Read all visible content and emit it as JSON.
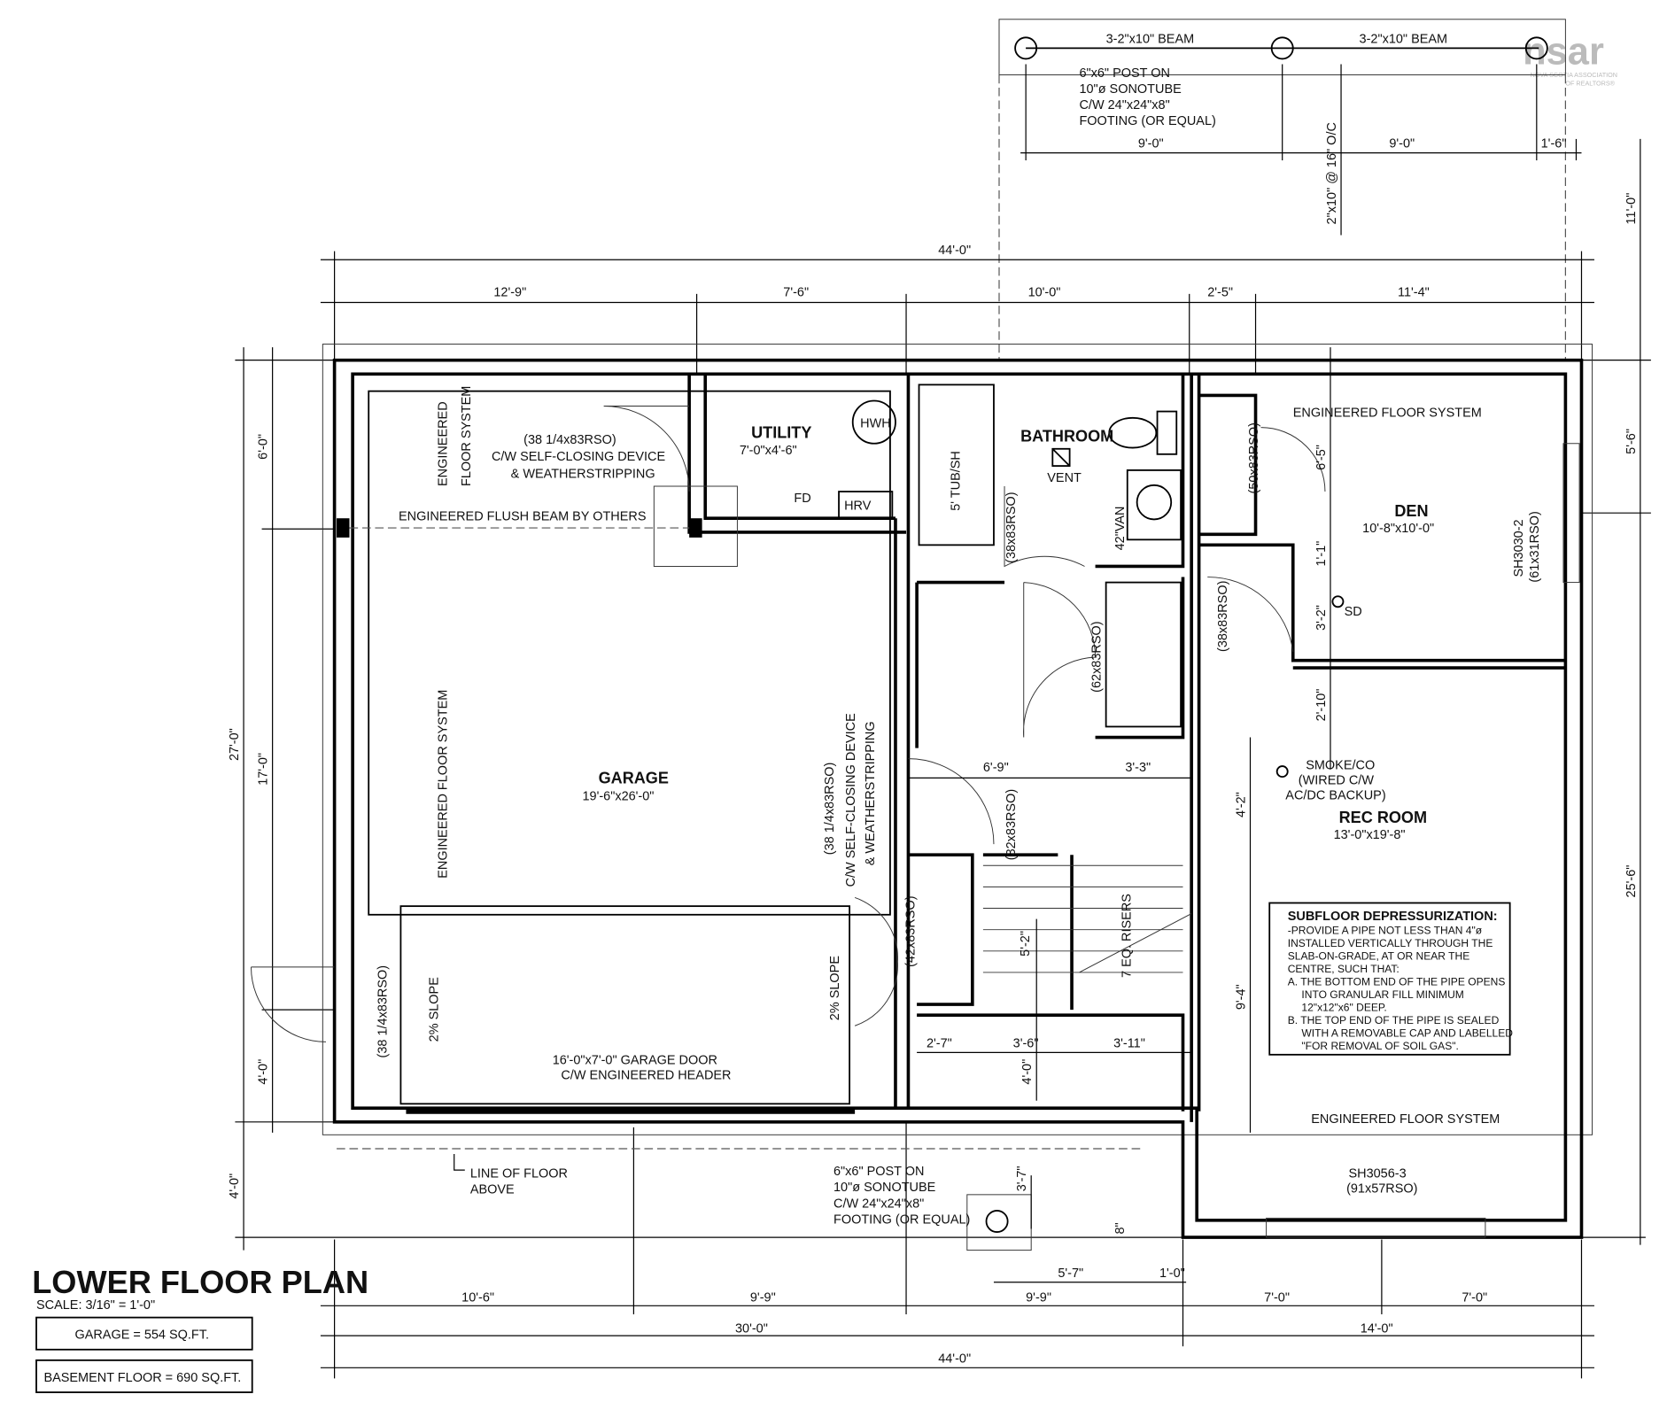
{
  "title": "LOWER FLOOR PLAN",
  "scale": "SCALE: 3/16\" = 1'-0\"",
  "areas": [
    "GARAGE = 554 SQ.FT.",
    "BASEMENT FLOOR = 690 SQ.FT."
  ],
  "logo": {
    "mark": "nsar",
    "line1": "NOVA SCOTIA ASSOCIATION",
    "line2": "OF REALTORS®"
  },
  "rooms": {
    "garage": {
      "name": "GARAGE",
      "size": "19'-6\"x26'-0\""
    },
    "utility": {
      "name": "UTILITY",
      "size": "7'-0\"x4'-6\""
    },
    "bathroom": {
      "name": "BATHROOM"
    },
    "den": {
      "name": "DEN",
      "size": "10'-8\"x10'-0\""
    },
    "rec_room": {
      "name": "REC ROOM",
      "size": "13'-0\"x19'-8\""
    }
  },
  "notes": {
    "beam1": "3-2\"x10\" BEAM",
    "beam2": "3-2\"x10\" BEAM",
    "post_top": [
      "6\"x6\" POST ON",
      "10\"ø SONOTUBE",
      "C/W 24\"x24\"x8\"",
      "FOOTING (OR EQUAL)"
    ],
    "post_bottom": [
      "6\"x6\" POST ON",
      "10\"ø SONOTUBE",
      "C/W 24\"x24\"x8\"",
      "FOOTING (OR EQUAL)"
    ],
    "joists": "2\"x10\" @ 16\" O/C",
    "utility_door": [
      "(38 1/4x83RSO)",
      "C/W SELF-CLOSING DEVICE",
      "& WEATHERSTRIPPING"
    ],
    "garage_door_side": [
      "(38 1/4x83RSO)",
      "C/W SELF-CLOSING DEVICE",
      "& WEATHERSTRIPPING"
    ],
    "flush_beam": "ENGINEERED FLUSH BEAM BY OTHERS",
    "floor_sys_vert1": [
      "ENGINEERED",
      "FLOOR SYSTEM"
    ],
    "floor_sys_garage": "ENGINEERED FLOOR SYSTEM",
    "floor_sys_den": "ENGINEERED FLOOR SYSTEM",
    "floor_sys_rec": "ENGINEERED FLOOR SYSTEM",
    "hwh": "HWH",
    "hrv": "HRV",
    "fd": "FD",
    "tub": "5' TUB/SH",
    "vent": "VENT",
    "van": "42\"VAN",
    "bath_door": "(38x83RSO)",
    "closet_door": "(62x83RSO)",
    "den_closet": "(50x83RSO)",
    "den_door": "(38x83RSO)",
    "stair_door": "(32x83RSO)",
    "storage_door": "(42x83RSO)",
    "side_door": "(38 1/4x83RSO)",
    "slope1": "2% SLOPE",
    "slope2": "2% SLOPE",
    "garage_door": [
      "16'-0\"x7'-0\" GARAGE DOOR",
      "C/W ENGINEERED HEADER"
    ],
    "risers": "7 EQ. RISERS",
    "sd": "SD",
    "smoke": [
      "SMOKE/CO",
      "(WIRED C/W",
      "AC/DC BACKUP)"
    ],
    "den_window": [
      "SH3030-2",
      "(61x31RSO)"
    ],
    "rec_window": [
      "SH3056-3",
      "(91x57RSO)"
    ],
    "line_floor": [
      "LINE OF FLOOR",
      "ABOVE"
    ],
    "subfloor": {
      "heading": "SUBFLOOR DEPRESSURIZATION:",
      "lines": [
        "-PROVIDE A PIPE NOT LESS THAN 4\"ø",
        "INSTALLED VERTICALLY THROUGH THE",
        "SLAB-ON-GRADE, AT OR NEAR THE",
        "CENTRE, SUCH THAT:",
        "A. THE BOTTOM END OF THE PIPE OPENS",
        "   INTO GRANULAR FILL MINIMUM",
        "   12\"x12\"x6\" DEEP.",
        "B. THE TOP END OF THE PIPE IS SEALED",
        "   WITH A REMOVABLE CAP AND LABELLED",
        "   \"FOR REMOVAL OF SOIL GAS\"."
      ]
    }
  },
  "dimensions": {
    "top_overall": "44'-0\"",
    "top": [
      "12'-9\"",
      "7'-6\"",
      "10'-0\"",
      "2'-5\"",
      "11'-4\""
    ],
    "deck": [
      "9'-0\"",
      "9'-0\"",
      "1'-6\""
    ],
    "bottom": [
      "10'-6\"",
      "9'-9\"",
      "9'-9\"",
      "7'-0\"",
      "7'-0\""
    ],
    "bottom2": [
      "30'-0\"",
      "14'-0\""
    ],
    "bottom_overall": "44'-0\"",
    "left_overall": "27'-0\"",
    "left_bottom": "4'-0\"",
    "left": [
      "6'-0\"",
      "17'-0\"",
      "4'-0\""
    ],
    "right": [
      "11'-0\"",
      "5'-6\"",
      "25'-6\""
    ],
    "interior": {
      "den_closet": "6'-5\"",
      "den_a": "1'-1\"",
      "den_b": "3'-2\"",
      "den_c": "2'-10\"",
      "hall_w": "6'-9\"",
      "hall_b": "3'-3\"",
      "rec_a": "4'-2\"",
      "rec_b": "9'-4\"",
      "stair_h": "5'-2\"",
      "st_a": "2'-7\"",
      "st_b": "3'-6\"",
      "st_c": "3'-11\"",
      "st_v": "4'-0\"",
      "post_v": "3'-7\"",
      "post_h": "5'-7\"",
      "post_h2": "1'-0\"",
      "step": "8\""
    }
  }
}
